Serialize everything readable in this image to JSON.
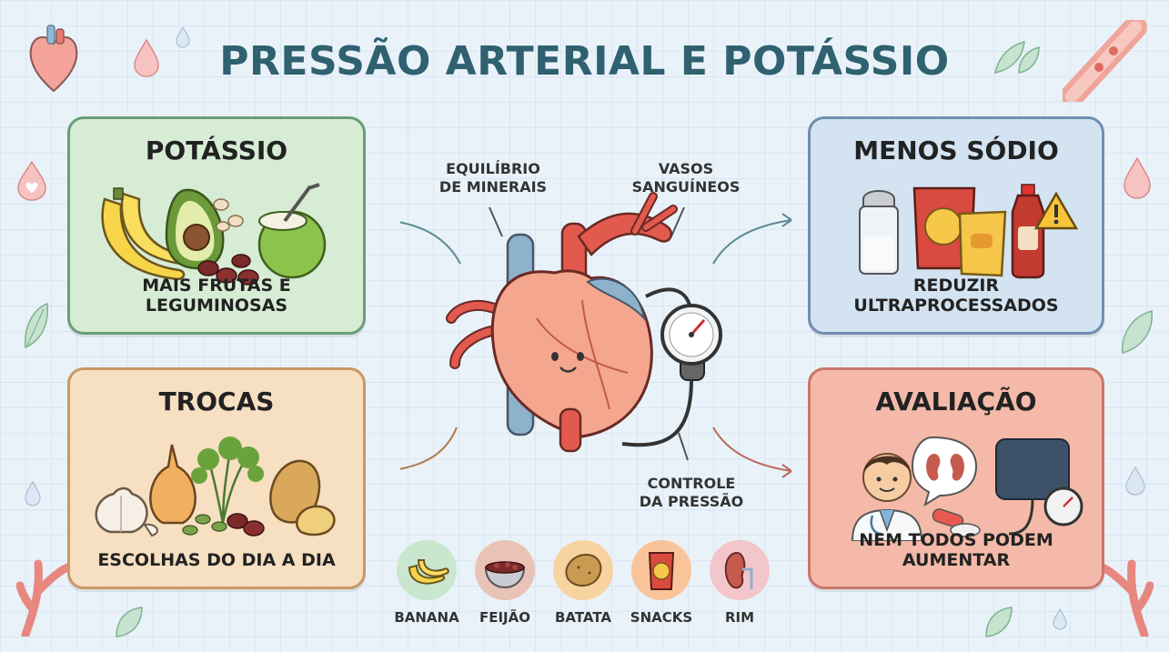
{
  "title": "PRESSÃO ARTERIAL E POTÁSSIO",
  "cards": {
    "potassio": {
      "title": "POTÁSSIO",
      "subtitle": "MAIS FRUTAS E LEGUMINOSAS"
    },
    "sodio": {
      "title": "MENOS SÓDIO",
      "subtitle": "REDUZIR ULTRAPROCESSADOS"
    },
    "trocas": {
      "title": "TROCAS",
      "subtitle": "ESCOLHAS DO DIA A DIA"
    },
    "avaliacao": {
      "title": "AVALIAÇÃO",
      "subtitle": "NEM TODOS PODEM AUMENTAR"
    }
  },
  "center": {
    "labels": {
      "equilibrio": [
        "EQUILÍBRIO",
        "DE MINERAIS"
      ],
      "vasos": [
        "VASOS",
        "SANGUÍNEOS"
      ],
      "controle": [
        "CONTROLE",
        "DA PRESSÃO"
      ]
    },
    "icons": "heart-with-blood-pressure-gauge"
  },
  "foods": [
    {
      "label": "BANANA",
      "icon": "banana-icon",
      "color": "#c9e6cf"
    },
    {
      "label": "FEIJÃO",
      "icon": "beans-bowl-icon",
      "color": "#e8c3b6"
    },
    {
      "label": "BATATA",
      "icon": "potato-icon",
      "color": "#f6d39f"
    },
    {
      "label": "SNACKS",
      "icon": "snacks-icon",
      "color": "#f9c49a"
    },
    {
      "label": "RIM",
      "icon": "kidney-icon",
      "color": "#f3c6cc"
    }
  ],
  "colors": {
    "title": "#2f6170",
    "potassio_bg": "#d6ecd4",
    "sodio_bg": "#d3e3f1",
    "trocas_bg": "#f7dfc2",
    "avaliacao_bg": "#f4b9a8"
  }
}
